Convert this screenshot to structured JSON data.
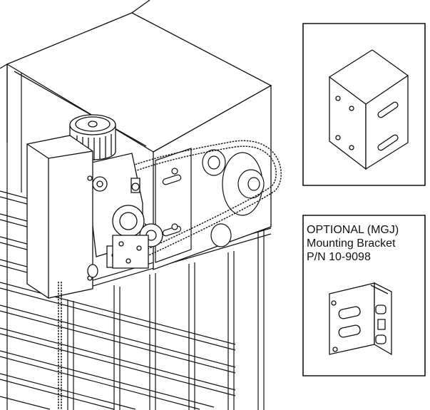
{
  "colors": {
    "ink": "#111111",
    "paper": "#ffffff",
    "shade": "#cfcfcf"
  },
  "optional_bracket": {
    "line1": "OPTIONAL (MGJ)",
    "line2": "Mounting Bracket",
    "line3": "P/N 10-9098"
  }
}
